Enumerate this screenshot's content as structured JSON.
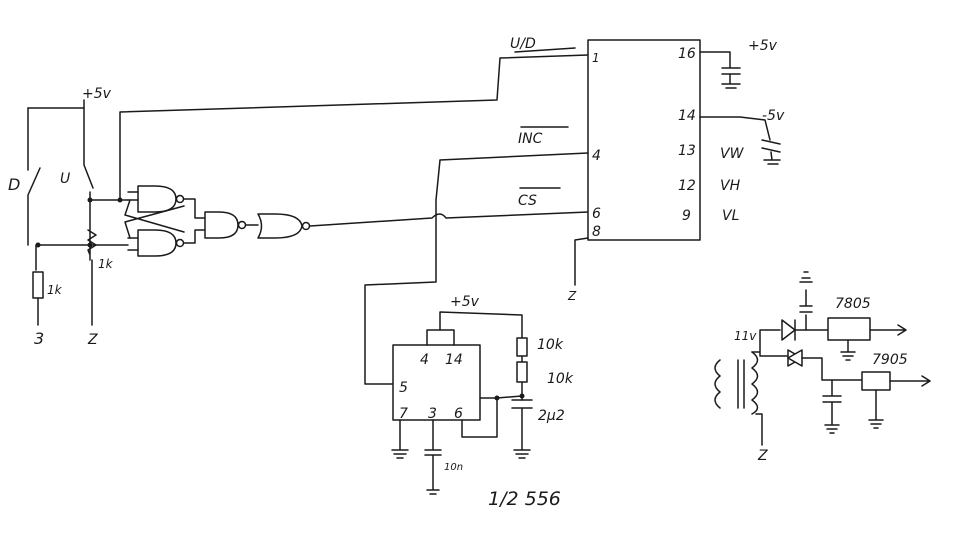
{
  "switch": {
    "label_d": "D",
    "label_u": "U",
    "supply": "+5v",
    "res_left": "1k",
    "res_right": "1k",
    "gnd_left": "3",
    "gnd_right": "Z"
  },
  "pot_ic": {
    "pins_left": [
      {
        "pin": "1",
        "signal": "U/D"
      },
      {
        "pin": "4",
        "signal": "INC"
      },
      {
        "pin": "6",
        "signal": "CS"
      },
      {
        "pin": "8",
        "signal": ""
      }
    ],
    "pins_right": [
      {
        "pin": "16",
        "signal": "+5v"
      },
      {
        "pin": "14",
        "signal": "-5v"
      },
      {
        "pin": "13",
        "signal": "VW"
      },
      {
        "pin": "12",
        "signal": "VH"
      },
      {
        "pin": "9",
        "signal": "VL"
      }
    ],
    "gnd_label": "Z"
  },
  "timer": {
    "supply": "+5v",
    "pins": [
      "4",
      "14",
      "5",
      "7",
      "3",
      "6"
    ],
    "r1": "10k",
    "r2": "10k",
    "c1": "2μ2",
    "c2": "10n",
    "caption": "1/2 556"
  },
  "psu": {
    "input": "11v",
    "reg_pos": "7805",
    "reg_neg": "7905",
    "gnd_label": "Z"
  }
}
